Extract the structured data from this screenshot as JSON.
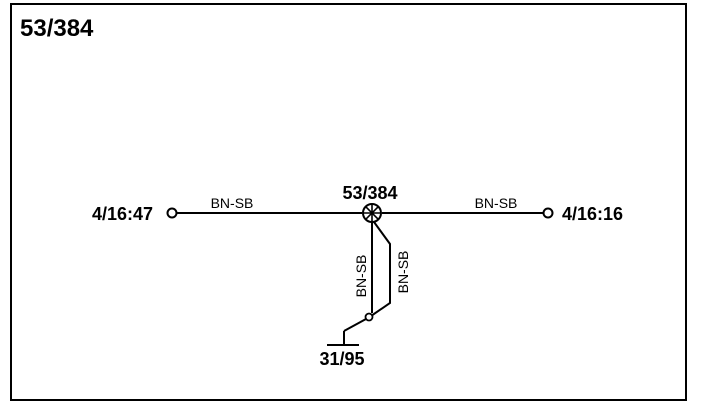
{
  "title": "53/384",
  "splice": {
    "label": "53/384"
  },
  "connections": {
    "left": "4/16:47",
    "right": "4/16:16",
    "ground": "31/95"
  },
  "wires": {
    "left": "BN-SB",
    "right": "BN-SB",
    "down_left": "BN-SB",
    "down_right": "BN-SB"
  },
  "colors": {
    "line": "#000000",
    "background": "#ffffff"
  }
}
